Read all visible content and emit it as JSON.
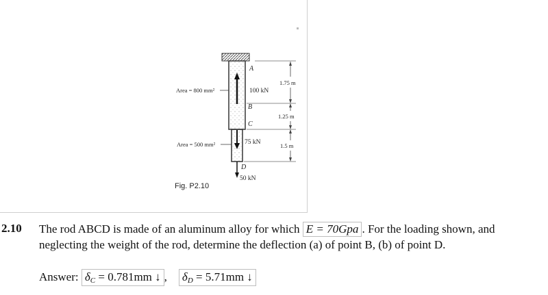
{
  "figure": {
    "caption": "Fig. P2.10",
    "area_top": "Area = 800 mm²",
    "area_bottom": "Area = 500 mm²",
    "force_b": "100 kN",
    "force_c": "75 kN",
    "force_d": "50 kN",
    "point_a": "A",
    "point_b": "B",
    "point_c": "C",
    "point_d": "D",
    "dim_ab": "1.75 m",
    "dim_bc": "1.25 m",
    "dim_cd": "1.5 m"
  },
  "problem": {
    "number": "2.10",
    "line1_pre": "The rod ABCD is made of an aluminum alloy for which",
    "modulus": "E = 70Gpa",
    "line1_post": ". For the loading shown, and",
    "line2": "neglecting the weight of the rod, determine the deflection (a) of point B, (b) of point D."
  },
  "answer": {
    "label": "Answer:",
    "a_symbol": "δ",
    "a_sub": "C",
    "a_value": "= 0.781mm ↓",
    "separator": ",",
    "b_symbol": "δ",
    "b_sub": "D",
    "b_value": "= 5.71mm ↓"
  }
}
